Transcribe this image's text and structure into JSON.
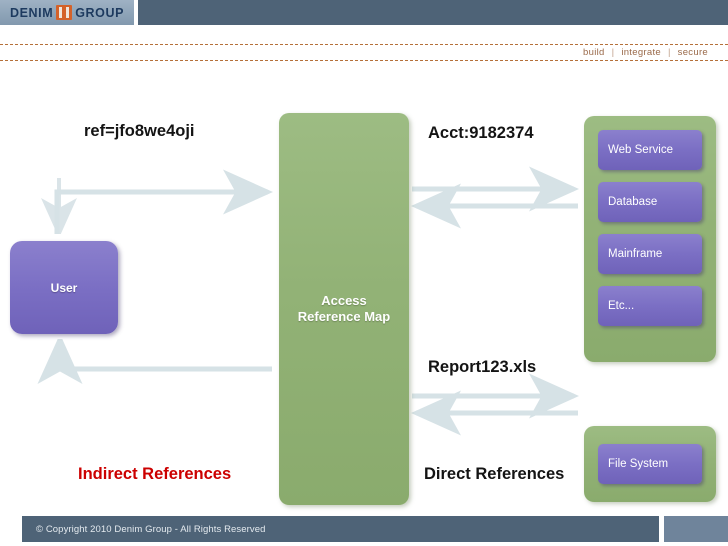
{
  "header": {
    "logo": {
      "word_left": "DENIM",
      "word_right": "GROUP",
      "mark_icon": "denim-group-mark-icon",
      "plate_color": "#8ea4b8",
      "bar_color": "#4e6377",
      "text_color": "#1d3a5f",
      "mark_color": "#d4622a"
    },
    "tagline": {
      "items": [
        "build",
        "integrate",
        "secure"
      ],
      "separator": "|",
      "color": "#9a6a4a",
      "rule_color": "#b5703a"
    }
  },
  "diagram": {
    "title_callouts": {
      "indirect_reference_value": "ref=jfo8we4oji",
      "account_value": "Acct:9182374",
      "report_value": "Report123.xls"
    },
    "user_node": {
      "label": "User",
      "color": "#7b6fc4"
    },
    "access_reference_map": {
      "label": "Access\nReference Map",
      "color": "#92b276"
    },
    "backend_systems": {
      "container_color": "#92b276",
      "items": [
        {
          "label": "Web Service"
        },
        {
          "label": "Database"
        },
        {
          "label": "Mainframe"
        },
        {
          "label": "Etc..."
        }
      ]
    },
    "file_system_group": {
      "container_color": "#92b276",
      "items": [
        {
          "label": "File System"
        }
      ]
    },
    "legend": {
      "indirect": {
        "label": "Indirect References",
        "color": "#cc0000"
      },
      "direct": {
        "label": "Direct References",
        "color": "#141414"
      }
    },
    "arrow_color": "#d6e2e6"
  },
  "footer": {
    "copyright": "© Copyright 2010 Denim Group - All Rights Reserved",
    "bar_color": "#4e6377",
    "accent_color": "#6f849b"
  }
}
